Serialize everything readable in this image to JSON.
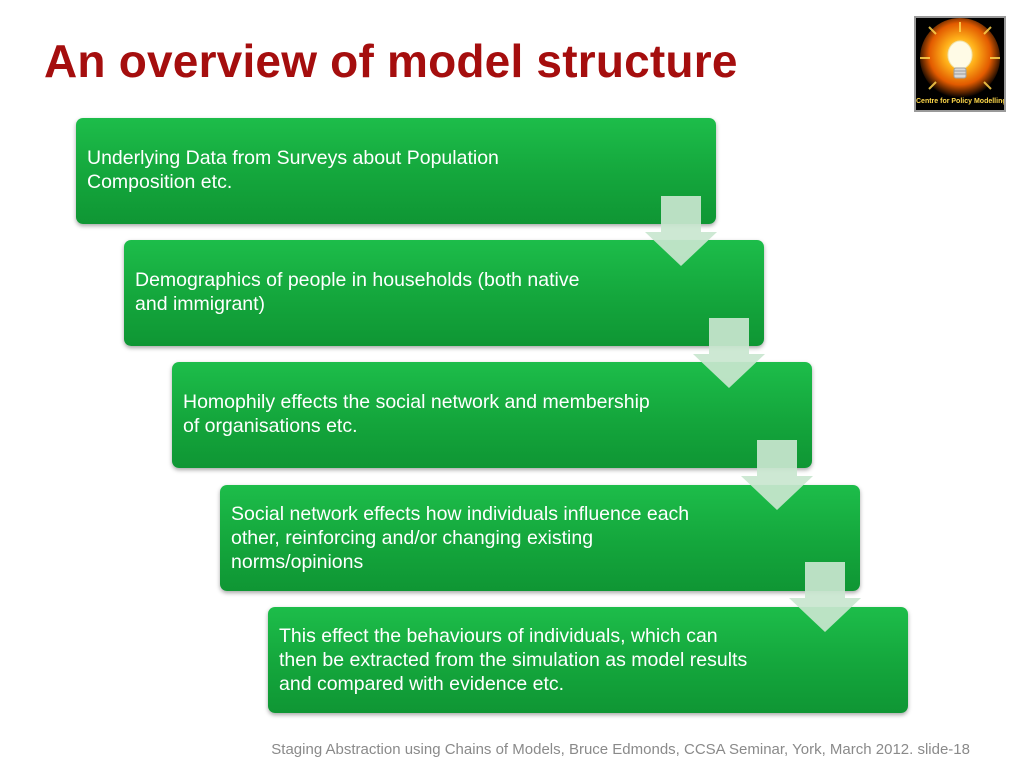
{
  "slide": {
    "title": "An overview of model structure",
    "logo": {
      "text": "Centre for Policy Modelling",
      "icon": "lightbulb-icon"
    },
    "steps": [
      {
        "text": "Underlying Data from Surveys about Population Composition etc."
      },
      {
        "text": "Demographics of people in households (both native and immigrant)"
      },
      {
        "text": "Homophily effects the social network and membership of organisations etc."
      },
      {
        "text": "Social network effects how individuals influence each other, reinforcing and/or changing existing norms/opinions"
      },
      {
        "text": "This effect the behaviours of individuals, which can then be extracted from the simulation as model results and compared with evidence etc."
      }
    ],
    "footer": "Staging Abstraction using Chains of Models, Bruce Edmonds, CCSA Seminar, York, March 2012. slide-18"
  },
  "colors": {
    "title": "#a50e0e",
    "step_fill": "#14a63c",
    "arrow_fill": "#c9e6cf",
    "footer": "#8a8a8a"
  }
}
